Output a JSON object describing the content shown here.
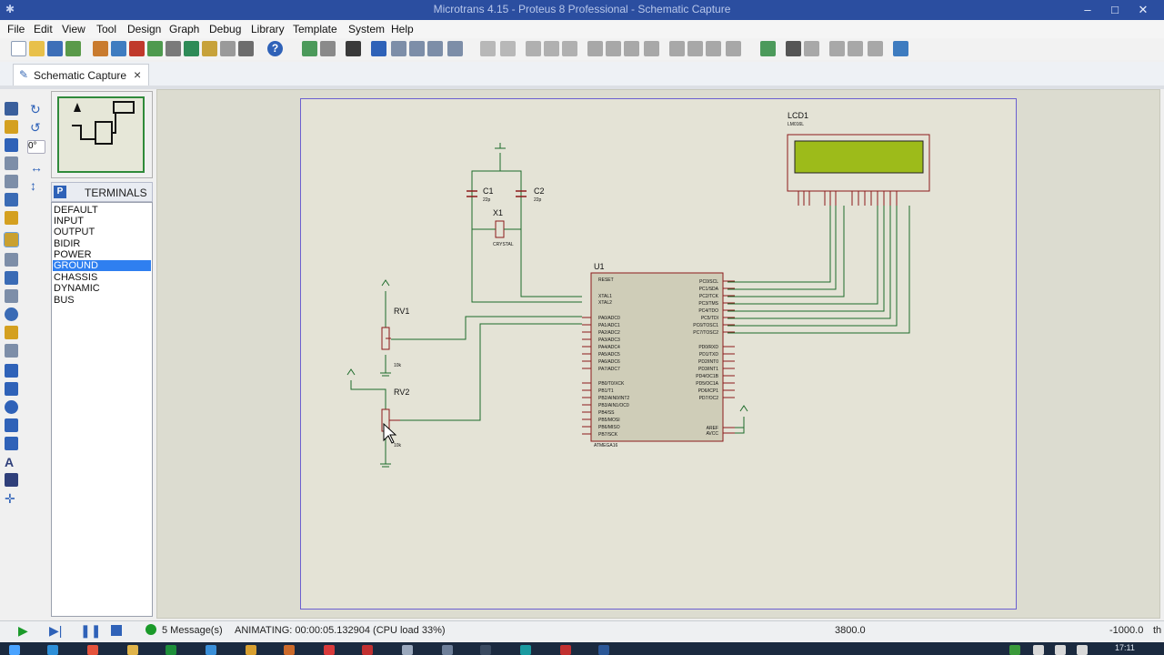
{
  "window": {
    "title": "Microtrans 4.15 - Proteus 8 Professional - Schematic Capture",
    "controls": [
      "minimize",
      "maximize",
      "close"
    ]
  },
  "menu": [
    "File",
    "Edit",
    "View",
    "Tool",
    "Design",
    "Graph",
    "Debug",
    "Library",
    "Template",
    "System",
    "Help"
  ],
  "tab": {
    "label": "Schematic Capture",
    "close": "×"
  },
  "left_panel": {
    "angle": "0°",
    "terminals_button": "P",
    "terminals_title": "TERMINALS",
    "items": [
      "DEFAULT",
      "INPUT",
      "OUTPUT",
      "BIDIR",
      "POWER",
      "GROUND",
      "CHASSIS",
      "DYNAMIC",
      "BUS"
    ],
    "selected_index": 5
  },
  "schematic": {
    "lcd": {
      "ref": "LCD1",
      "part": "LM016L"
    },
    "mcu": {
      "ref": "U1",
      "part": "ATMEGA16",
      "reset": "RESET",
      "xtal1": "XTAL1",
      "xtal2": "XTAL2",
      "left_pins": [
        "PA0/ADC0",
        "PA1/ADC1",
        "PA2/ADC2",
        "PA3/ADC3",
        "PA4/ADC4",
        "PA5/ADC5",
        "PA6/ADC6",
        "PA7/ADC7",
        "PB0/T0/XCK",
        "PB1/T1",
        "PB2/AIN0/INT2",
        "PB3/AIN1/OC0",
        "PB4/SS",
        "PB5/MOSI",
        "PB6/MISO",
        "PB7/SCK"
      ],
      "right_pins": [
        "PC0/SCL",
        "PC1/SDA",
        "PC2/TCK",
        "PC3/TMS",
        "PC4/TDO",
        "PC5/TDI",
        "PC6/TOSC1",
        "PC7/TOSC2",
        "PD0/RXD",
        "PD1/TXD",
        "PD2/INT0",
        "PD3/INT1",
        "PD4/OC1B",
        "PD5/OC1A",
        "PD6/ICP1",
        "PD7/OC2",
        "AREF",
        "AVCC"
      ]
    },
    "crystal": {
      "ref": "X1",
      "part": "CRYSTAL"
    },
    "caps": [
      {
        "ref": "C1",
        "value": "22p"
      },
      {
        "ref": "C2",
        "value": "22p"
      }
    ],
    "pots": [
      {
        "ref": "RV1",
        "value": "10k"
      },
      {
        "ref": "RV2",
        "value": "10k"
      }
    ]
  },
  "status": {
    "messages": "5 Message(s)",
    "animation": "ANIMATING: 00:00:05.132904 (CPU load 33%)",
    "coord_x": "3800.0",
    "coord_y": "-1000.0",
    "unit": "th"
  },
  "taskbar": {
    "time": "17:11"
  },
  "colors": {
    "wire": "#1d6b2a",
    "component": "#8b1a1a",
    "lcd_screen": "#9dbb1a",
    "sheet_border": "#6b5fd0",
    "selection": "#2f7ff0"
  }
}
